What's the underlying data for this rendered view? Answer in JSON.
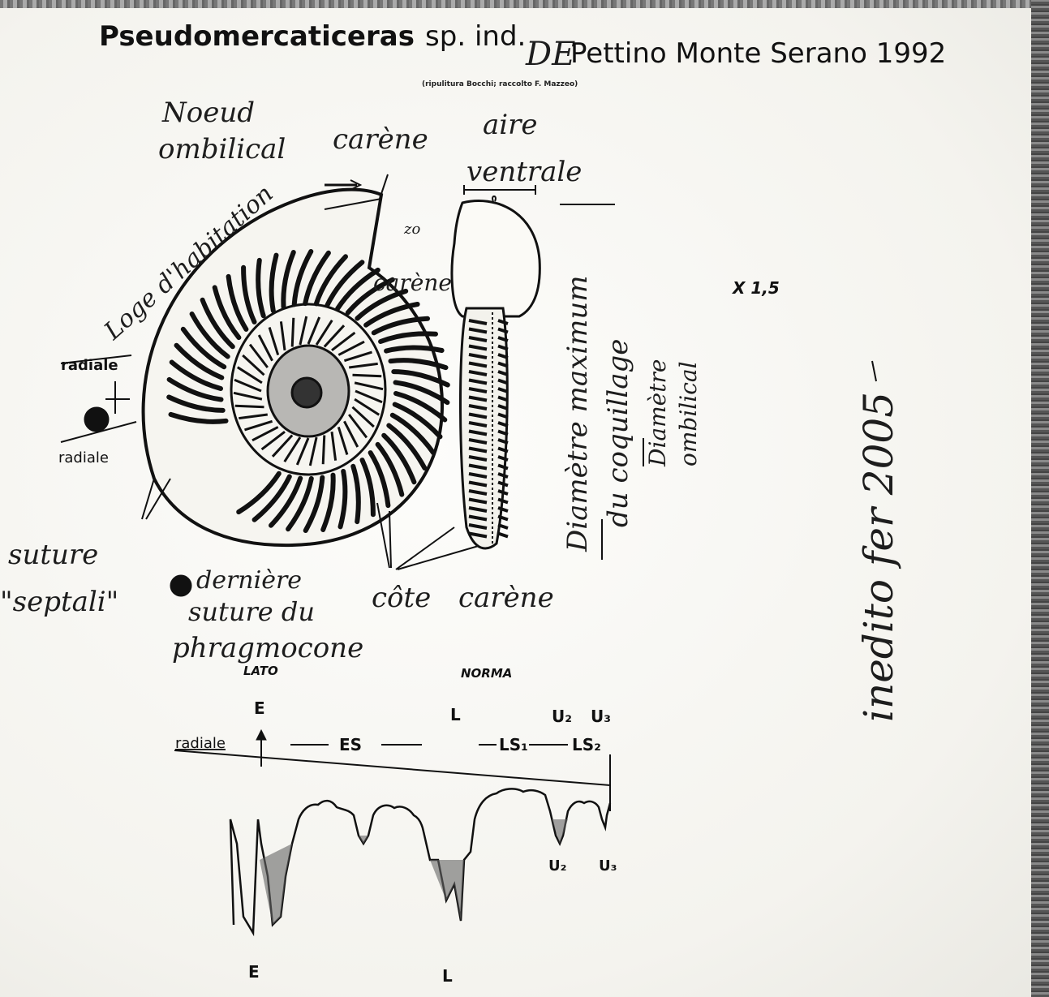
{
  "title": {
    "genus": "Pseudomercaticeras",
    "rest_before": "sp. ind.",
    "handwritten_insert": "DE",
    "rest_after": "Pettino Monte Serano 1992"
  },
  "credit": "(ripulitura Bocchi; raccolto F. Mazzeo)",
  "scale": "X 1,5",
  "handwritten": {
    "noeud": "Noeud",
    "ombilical": "ombilical",
    "carene_top": "carène",
    "aire": "aire",
    "ventrale": "ventrale",
    "loge": "Loge d'habitation",
    "small_mark": "zo",
    "carene_mid": "carène",
    "diametre_maximum": "Diamètre maximum",
    "du_coquillage": "du coquillage",
    "diametre": "Diamètre",
    "ombilical_vert": "ombilical",
    "suture": "suture",
    "septali": "\"septali\"",
    "derniere": "dernière",
    "suture_du": "suture du",
    "phragmocone": "phragmocone",
    "cote": "côte",
    "carene_bottom": "carène",
    "inedito": "inedito fer 2005"
  },
  "printed_labels": {
    "radiale_1": "radiale",
    "radiale_2": "radiale",
    "lato": "LATO",
    "norma": "NORMA",
    "radiale_3": "radiale"
  },
  "suture_labels": {
    "E_top": "E",
    "L_top": "L",
    "U2_top": "U₂",
    "U3_top": "U₃",
    "ES": "ES",
    "LS1": "LS₁",
    "LS2": "LS₂",
    "U2_bottom": "U₂",
    "U3_bottom": "U₃",
    "E_bottom": "E",
    "L_bottom": "L"
  },
  "colors": {
    "ink": "#111111",
    "paper": "#f8f7f3"
  }
}
